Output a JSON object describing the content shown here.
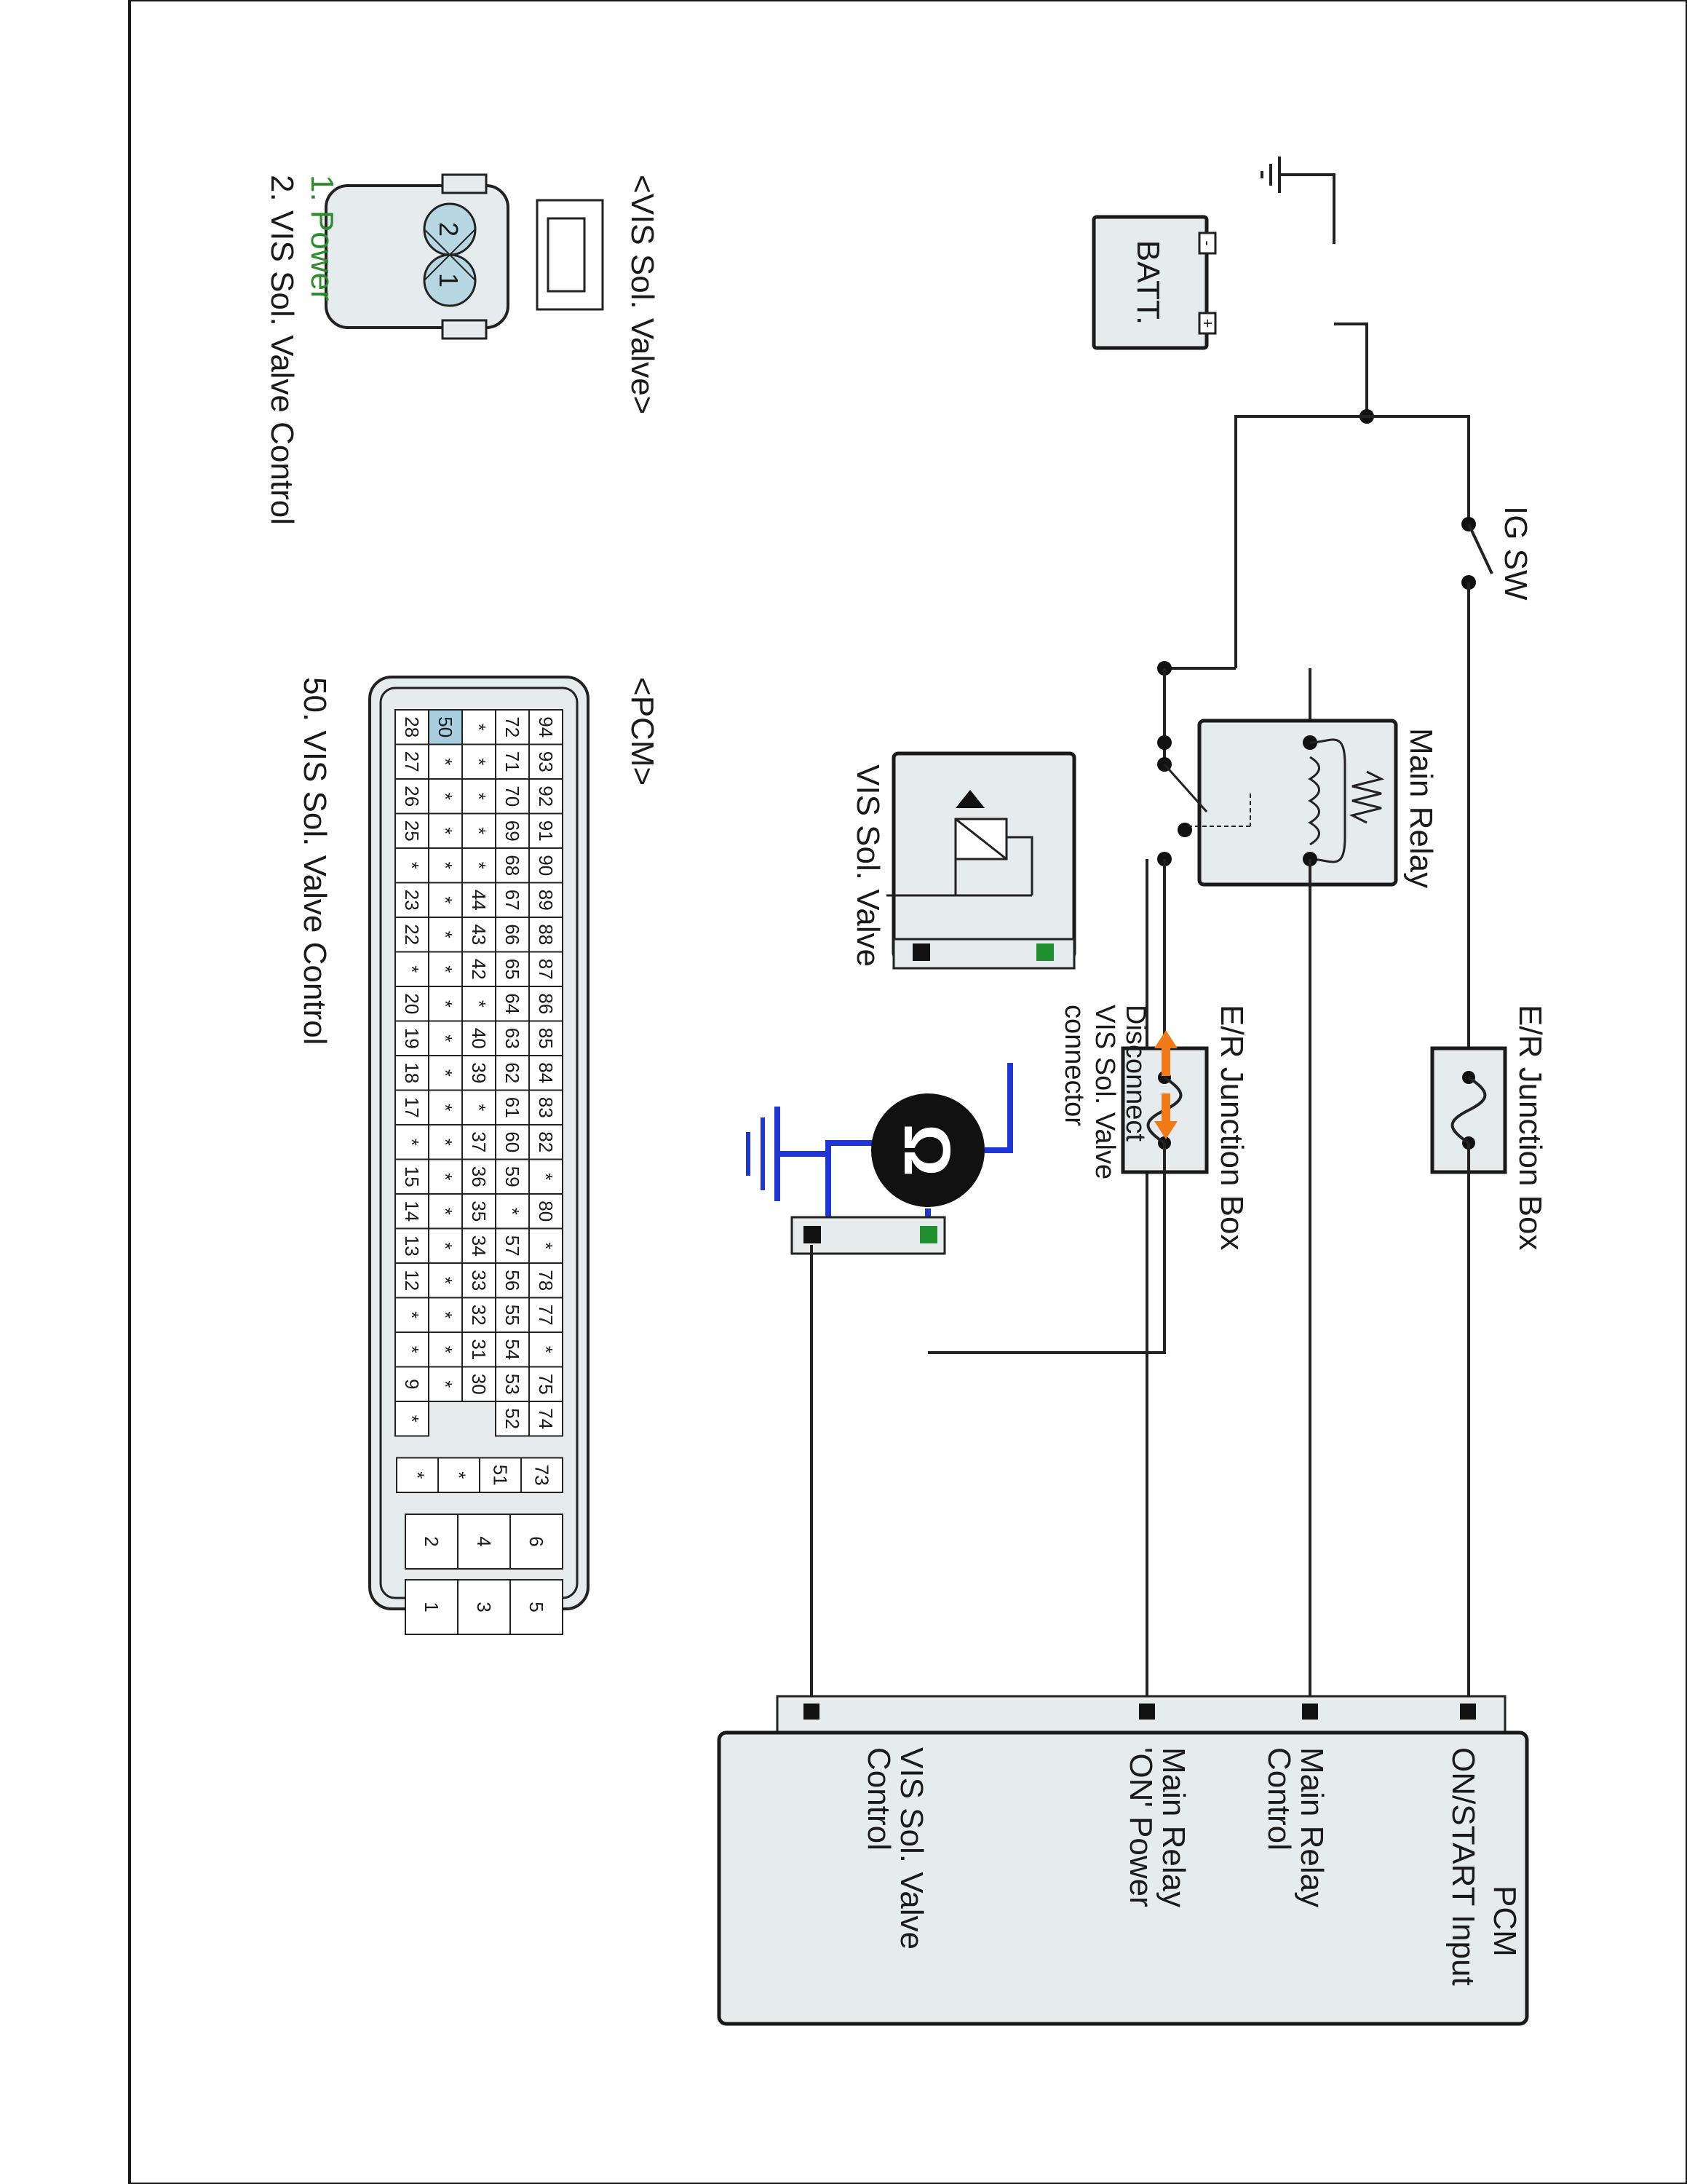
{
  "labels": {
    "batt": "BATT.",
    "ig_sw": "IG SW",
    "ej_box_1": "E/R Junction Box",
    "ej_box_2": "E/R Junction Box",
    "main_relay": "Main Relay",
    "vis_valve": "VIS Sol. Valve",
    "disconnect": [
      "Disconnect",
      "VIS Sol. Valve",
      "connector"
    ],
    "pcm_title": "PCM",
    "pcm_pins": [
      [
        "ON/START Input"
      ],
      [
        "Main Relay",
        "Control"
      ],
      [
        "Main Relay",
        "'ON' Power"
      ],
      [
        "VIS Sol. Valve",
        "Control"
      ]
    ],
    "batt_minus": "-",
    "batt_plus": "+",
    "ohm": "Ω"
  },
  "vis_connector": {
    "title": "<VIS Sol. Valve>",
    "pins": [
      "2",
      "1"
    ],
    "legend": [
      {
        "text": "1. Power",
        "color": "#2e8b2e"
      },
      {
        "text": "2. VIS Sol. Valve Control",
        "color": "#1a1a1a"
      }
    ]
  },
  "pcm_connector": {
    "title": "<PCM>",
    "caption": "50. VIS Sol. Valve Control",
    "highlight": "50",
    "row1": [
      "94",
      "93",
      "92",
      "91",
      "90",
      "89",
      "88",
      "87",
      "86",
      "85",
      "84",
      "83",
      "82",
      "*",
      "80",
      "*",
      "78",
      "77",
      "*",
      "75",
      "74"
    ],
    "row2": [
      "72",
      "71",
      "70",
      "69",
      "68",
      "67",
      "66",
      "65",
      "64",
      "63",
      "62",
      "61",
      "60",
      "59",
      "*",
      "57",
      "56",
      "55",
      "54",
      "53",
      "52"
    ],
    "row3": [
      "*",
      "*",
      "*",
      "*",
      "*",
      "44",
      "43",
      "42",
      "*",
      "40",
      "39",
      "*",
      "37",
      "36",
      "35",
      "34",
      "33",
      "32",
      "31",
      "30"
    ],
    "row4": [
      "50",
      "*",
      "*",
      "*",
      "*",
      "*",
      "*",
      "*",
      "*",
      "*",
      "*",
      "*",
      "*",
      "*",
      "*",
      "*",
      "*",
      "*",
      "*",
      "*"
    ],
    "row5": [
      "28",
      "27",
      "26",
      "25",
      "*",
      "23",
      "22",
      "*",
      "20",
      "19",
      "18",
      "17",
      "*",
      "15",
      "14",
      "13",
      "12",
      "*",
      "*",
      "9",
      "*"
    ],
    "small_a": [
      "73",
      "51",
      "*",
      "*"
    ],
    "small_b_top": [
      "6",
      "4",
      "2"
    ],
    "small_b_bot": [
      "5",
      "3",
      "1"
    ]
  },
  "colors": {
    "box_fill": "#e6eced",
    "connector_fill": "#b7d7e3",
    "ground_wire": "#1f36d6",
    "arrow": "#f07a18",
    "pin_green": "#1f8f2f",
    "pin_black": "#111111",
    "highlight": "#a8cfe0"
  }
}
